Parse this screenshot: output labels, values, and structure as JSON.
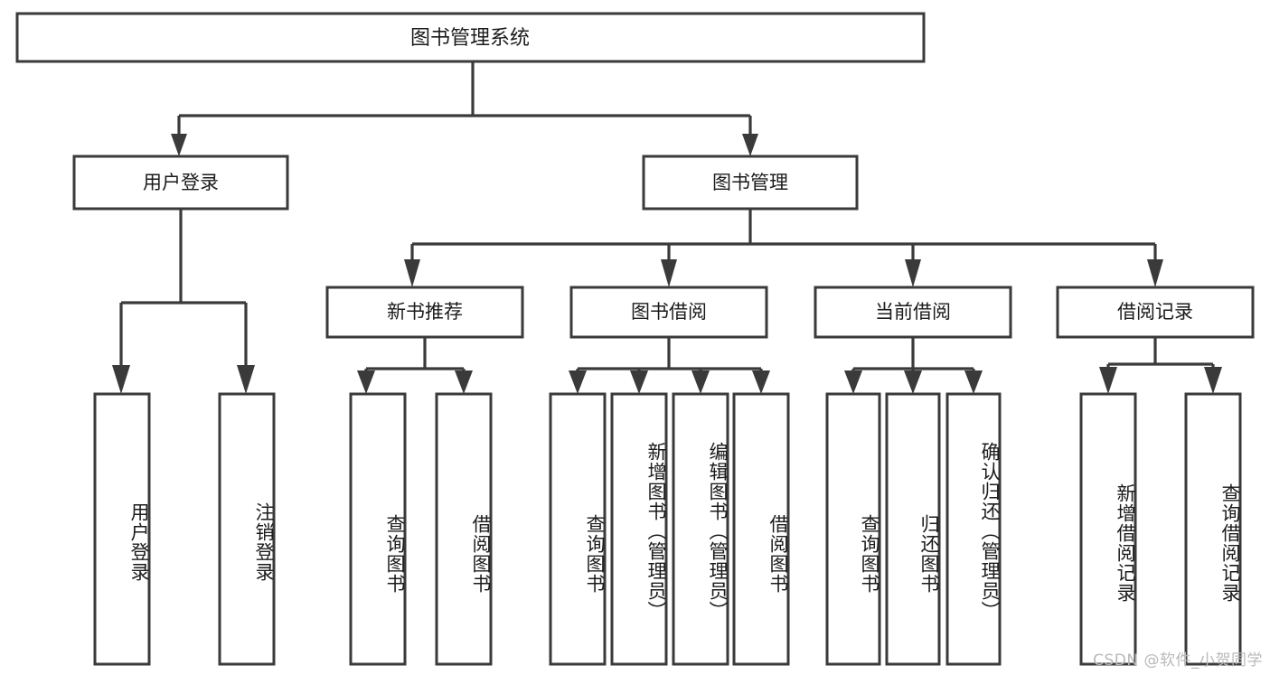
{
  "diagram": {
    "type": "tree-hierarchy",
    "title": "图书管理系统",
    "orientation": "top-down",
    "watermark": "CSDN @软件_小贺同学",
    "colors": {
      "box_fill": "#ffffff",
      "box_stroke": "#3a3a3a",
      "connector": "#3a3a3a",
      "text": "#1b1b1b",
      "background": "#ffffff",
      "watermark": "#b9b9b9"
    },
    "root": {
      "label": "图书管理系统"
    },
    "level2": [
      {
        "label": "用户登录"
      },
      {
        "label": "图书管理"
      }
    ],
    "level3": [
      {
        "label": "新书推荐"
      },
      {
        "label": "图书借阅"
      },
      {
        "label": "当前借阅"
      },
      {
        "label": "借阅记录"
      }
    ],
    "leaves": {
      "user_login": [
        {
          "label": "用户登录"
        },
        {
          "label": "注销登录"
        }
      ],
      "new_book_recommend": [
        {
          "label": "查询图书"
        },
        {
          "label": "借阅图书"
        }
      ],
      "book_borrow": [
        {
          "label": "查询图书"
        },
        {
          "label": "新增图书（管理员）"
        },
        {
          "label": "编辑图书（管理员）"
        },
        {
          "label": "借阅图书"
        }
      ],
      "current_borrow": [
        {
          "label": "查询图书"
        },
        {
          "label": "归还图书"
        },
        {
          "label": "确认归还（管理员）"
        }
      ],
      "borrow_records": [
        {
          "label": "新增借阅记录"
        },
        {
          "label": "查询借阅记录"
        }
      ]
    }
  }
}
